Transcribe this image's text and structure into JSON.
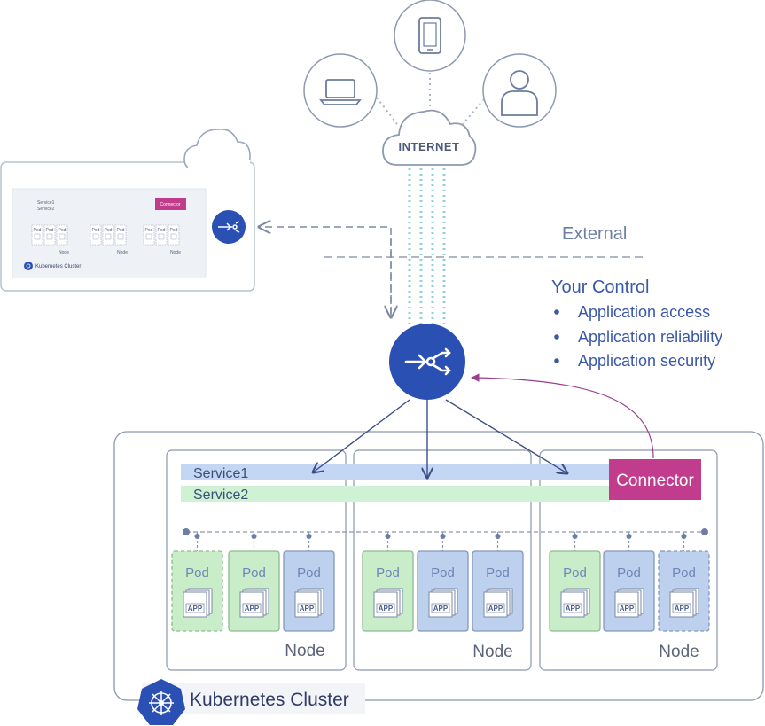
{
  "internet": {
    "label": "INTERNET"
  },
  "labels": {
    "external": "External",
    "connector": "Connector",
    "cluster": "Kubernetes Cluster",
    "node": "Node",
    "pod": "Pod",
    "app": "APP"
  },
  "services": [
    "Service1",
    "Service2"
  ],
  "control": {
    "title": "Your Control",
    "items": [
      "Application access",
      "Application reliability",
      "Application security"
    ]
  },
  "thumbnail": {
    "services": [
      "Service1",
      "Service2"
    ],
    "connector": "Connector",
    "pod": "Pod",
    "node": "Node",
    "cluster": "Kubernetes Cluster"
  },
  "colors": {
    "accent": "#2a50b4",
    "connector": "#c23c8e",
    "pod_green": "#c9ecc9",
    "pod_blue": "#bdd0ee",
    "service1": "#c3d6f3",
    "service2": "#cef2d3",
    "line": "#8a96ae"
  },
  "icons": [
    "laptop-icon",
    "phone-icon",
    "user-icon",
    "cloud-icon",
    "connector-icon",
    "kubernetes-helm-icon"
  ]
}
